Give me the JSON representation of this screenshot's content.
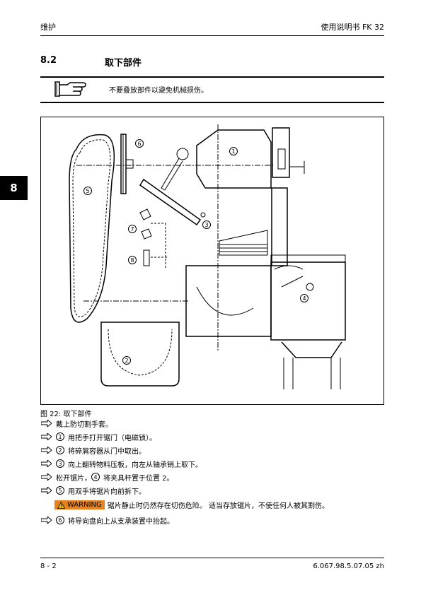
{
  "header": {
    "left": "维护",
    "right": "使用说明书 FK 32"
  },
  "section": {
    "number": "8.2",
    "title": "取下部件"
  },
  "note": {
    "text": "不要叠放部件以避免机械损伤。"
  },
  "chapter_tab": "8",
  "figure": {
    "callouts": [
      "1",
      "2",
      "3",
      "4",
      "5",
      "6",
      "7",
      "8"
    ],
    "caption": "图 22: 取下部件"
  },
  "steps": [
    {
      "num": "",
      "text": "戴上防切割手套。"
    },
    {
      "num": "1",
      "text": "用把手打开锯门（电磁锁）。"
    },
    {
      "num": "2",
      "text": "将碎屑容器从门中取出。"
    },
    {
      "num": "3",
      "text": "向上翻转物料压板，向左从轴承销上取下。"
    },
    {
      "pre": "松开锯片，",
      "num": "4",
      "text": "将夹具杆置于位置 2。"
    },
    {
      "num": "5",
      "text": "用双手将锯片向前拆下。"
    }
  ],
  "warning": {
    "label": "WARNING",
    "text": "锯片静止时仍然存在切伤危险。 适当存放锯片，不使任何人被其割伤。"
  },
  "last_step": {
    "num": "6",
    "text": "将导向盘向上从支承装置中抬起。"
  },
  "footer": {
    "left": "8 - 2",
    "right": "6.067.98.5.07.05 zh"
  }
}
